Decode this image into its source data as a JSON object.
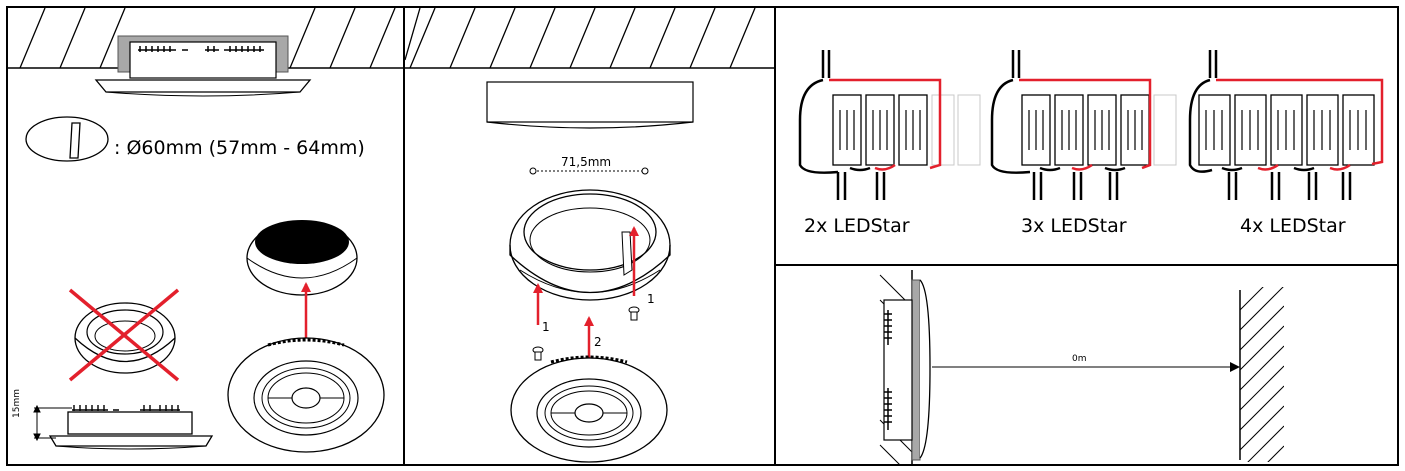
{
  "panel1": {
    "hole_size_label": ": Ø60mm (57mm - 64mm)",
    "depth_label": "15mm"
  },
  "panel2": {
    "width_label": "71,5mm",
    "step1_label_a": "1",
    "step1_label_b": "1",
    "step2_label": "2"
  },
  "panel3": {
    "captions": [
      "2x LEDStar",
      "3x LEDStar",
      "4x LEDStar"
    ]
  },
  "panel4": {
    "distance_label": "0m"
  },
  "colors": {
    "accent_red": "#e3202c",
    "line": "#000000",
    "gray": "#a8a8a8"
  }
}
